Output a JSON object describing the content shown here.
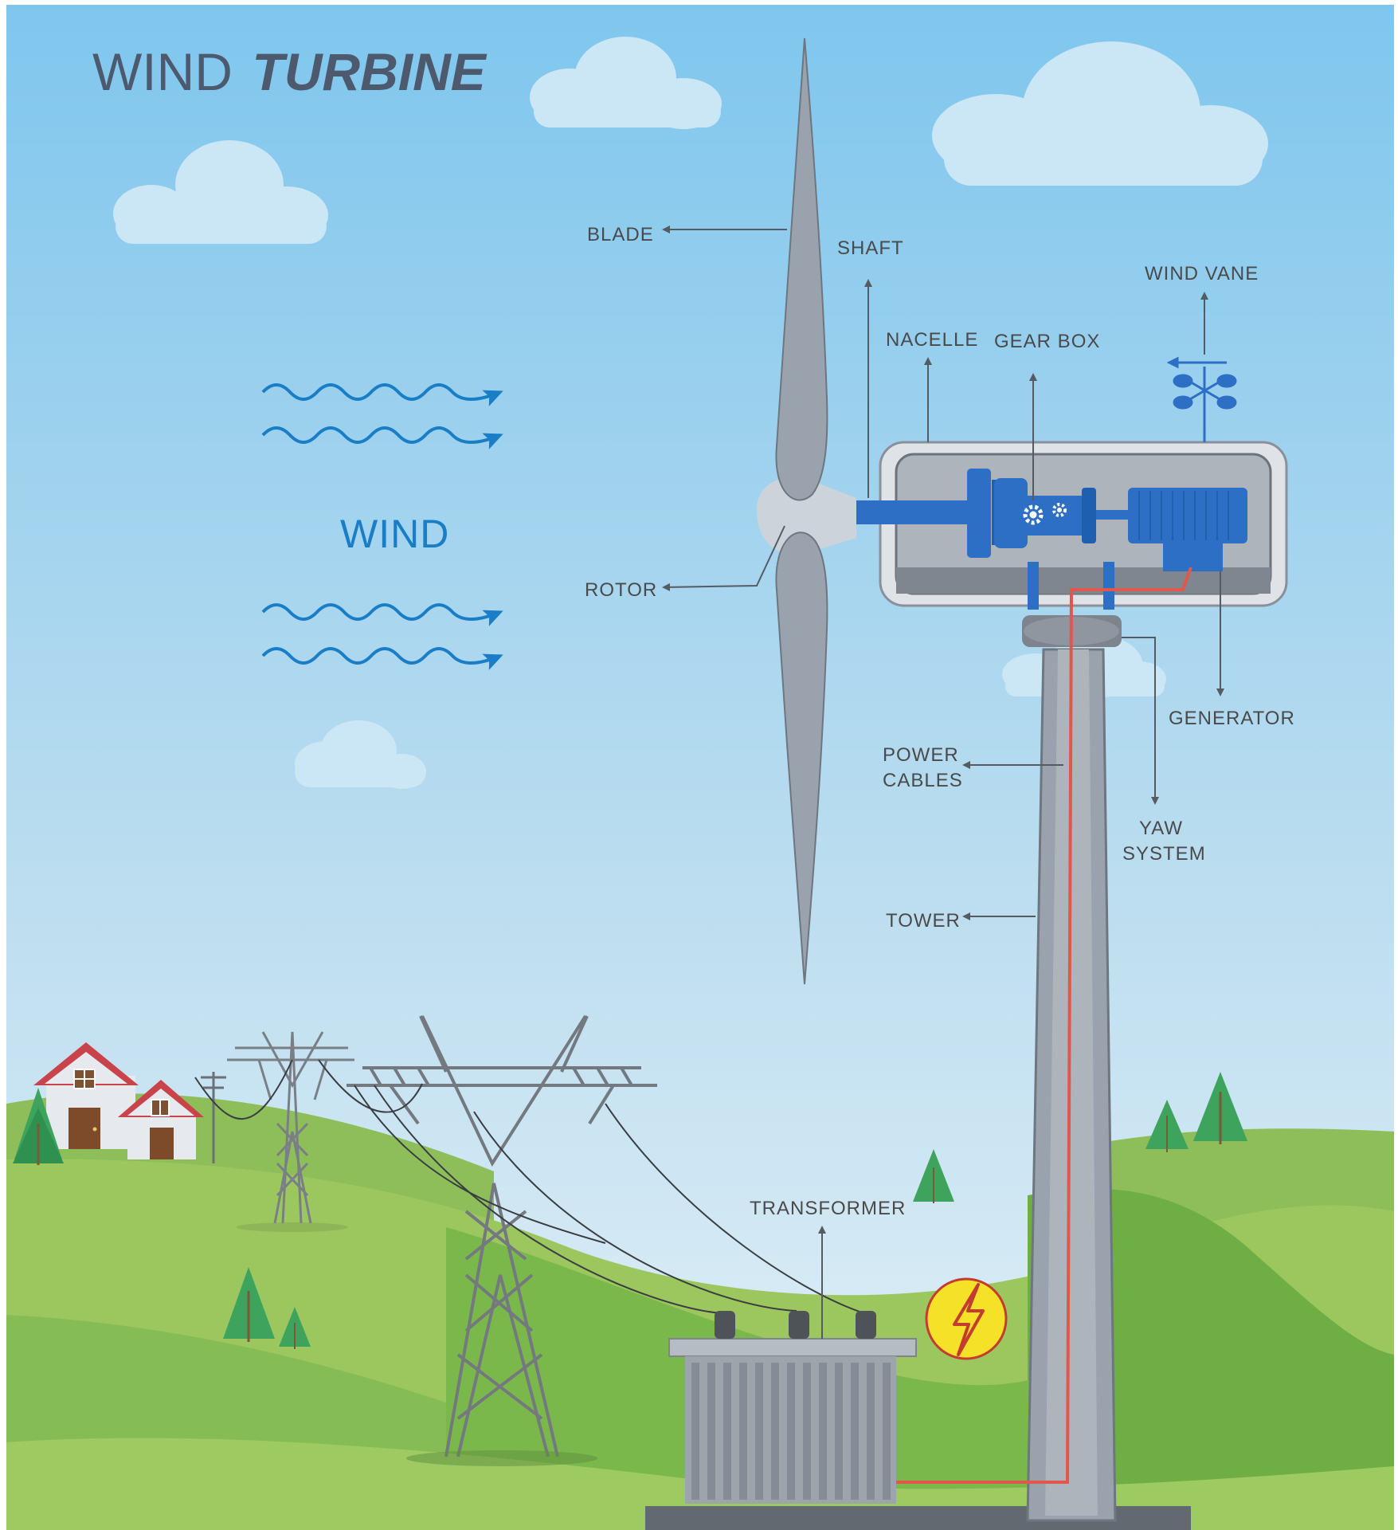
{
  "title": {
    "regular": "WIND",
    "bold": "TURBINE"
  },
  "wind_label": "WIND",
  "labels": {
    "blade": "BLADE",
    "shaft": "SHAFT",
    "wind_vane": "WIND VANE",
    "nacelle": "NACELLE",
    "gear_box": "GEAR BOX",
    "rotor": "ROTOR",
    "generator": "GENERATOR",
    "power_cables_1": "POWER",
    "power_cables_2": "CABLES",
    "yaw_system_1": "YAW",
    "yaw_system_2": "SYSTEM",
    "tower": "TOWER",
    "transformer": "TRANSFORMER"
  },
  "colors": {
    "sky_top": "#7fc6ee",
    "sky_bottom": "#e2f0f7",
    "grass_light": "#9cc75f",
    "grass_dark": "#6fae45",
    "turbine_gray": "#9aa2ad",
    "machinery_blue": "#2d6fc4",
    "cable_red": "#e2574c",
    "label_gray": "#4a4a4a",
    "wind_blue": "#1a7ec7",
    "title_slate": "#4d5a6e",
    "warning_yellow": "#f4e128"
  },
  "icons": [
    "lightning-icon",
    "gear-icon",
    "wind-arrow-icon",
    "house-icon",
    "tree-icon",
    "pylon-icon",
    "wind-vane-icon"
  ]
}
